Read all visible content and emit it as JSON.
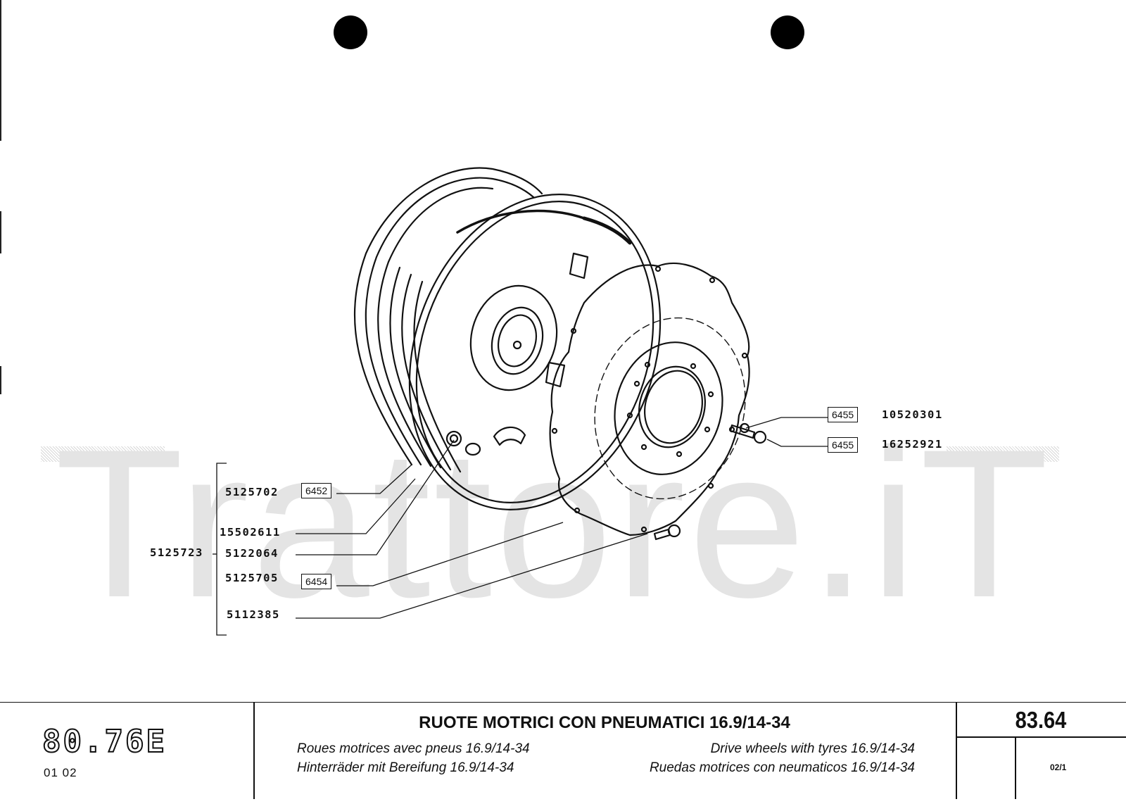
{
  "watermark": "Trattore.iT",
  "parts": {
    "assembly": "5125723",
    "p1": "5125702",
    "p1_ref": "6452",
    "p2": "15502611",
    "p3": "5122064",
    "p4": "5125705",
    "p4_ref": "6454",
    "p5": "5112385",
    "p6": "10520301",
    "p6_ref": "6455",
    "p7": "16252921",
    "p7_ref": "6455"
  },
  "title_block": {
    "model": "80.76E",
    "model_sub": "01  02",
    "title_it": "RUOTE MOTRICI CON PNEUMATICI 16.9/14-34",
    "title_fr": "Roues motrices avec pneus 16.9/14-34",
    "title_de": "Hinterräder mit Bereifung 16.9/14-34",
    "title_en": "Drive wheels with tyres 16.9/14-34",
    "title_es": "Ruedas motrices con neumaticos 16.9/14-34",
    "page_number": "83.64",
    "page_sub": "02/1"
  }
}
